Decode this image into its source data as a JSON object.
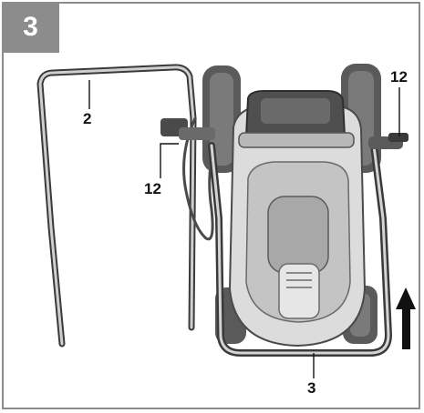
{
  "step_number": "3",
  "callouts": {
    "handle_upper": "2",
    "height_lever_left": "12",
    "height_lever_right": "12",
    "handle_lower": "3"
  },
  "colors": {
    "frame": "#8c8c8c",
    "badge_text": "#ffffff",
    "deck_light": "#d8d8d8",
    "deck_mid": "#a6a6a6",
    "deck_dark": "#5a5a5a",
    "handle": "#6e6e6e"
  }
}
